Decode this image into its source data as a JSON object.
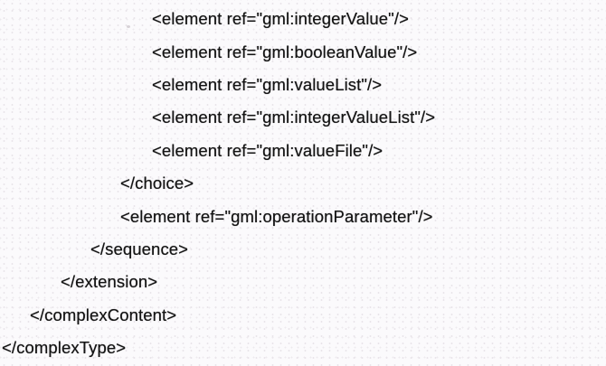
{
  "page": {
    "background_color": "#fbfafc",
    "text_color": "#141414",
    "kind_note": "scanned XML schema code fragment"
  },
  "code": {
    "lines": [
      {
        "indent": 5,
        "text": "<element ref=\"gml:integerValue\"/>"
      },
      {
        "indent": 5,
        "text": "<element ref=\"gml:booleanValue\"/>"
      },
      {
        "indent": 5,
        "text": "<element ref=\"gml:valueList\"/>"
      },
      {
        "indent": 5,
        "text": "<element ref=\"gml:integerValueList\"/>"
      },
      {
        "indent": 5,
        "text": "<element ref=\"gml:valueFile\"/>"
      },
      {
        "indent": 4,
        "text": "</choice>"
      },
      {
        "indent": 4,
        "text": "<element ref=\"gml:operationParameter\"/>"
      },
      {
        "indent": 3,
        "text": "</sequence>"
      },
      {
        "indent": 2,
        "text": "</extension>"
      },
      {
        "indent": 1,
        "text": "</complexContent>"
      },
      {
        "indent": 0,
        "text": "</complexType>"
      }
    ]
  }
}
